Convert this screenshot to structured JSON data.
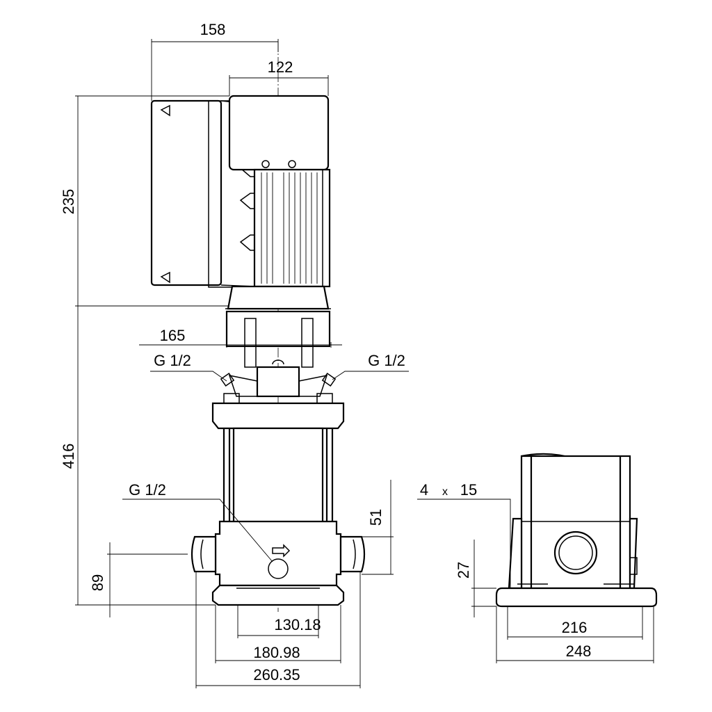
{
  "dimensions": {
    "d158": "158",
    "d122": "122",
    "d235": "235",
    "d416": "416",
    "d165": "165",
    "d51": "51",
    "d89": "89",
    "d130": "130.18",
    "d180": "180.98",
    "d260": "260.35",
    "d27": "27",
    "d216": "216",
    "d248": "248"
  },
  "labels": {
    "g_left": "G 1/2",
    "g_right": "G 1/2",
    "g_lower": "G 1/2",
    "holes_count": "4",
    "holes_x": "x",
    "holes_size": "15"
  }
}
